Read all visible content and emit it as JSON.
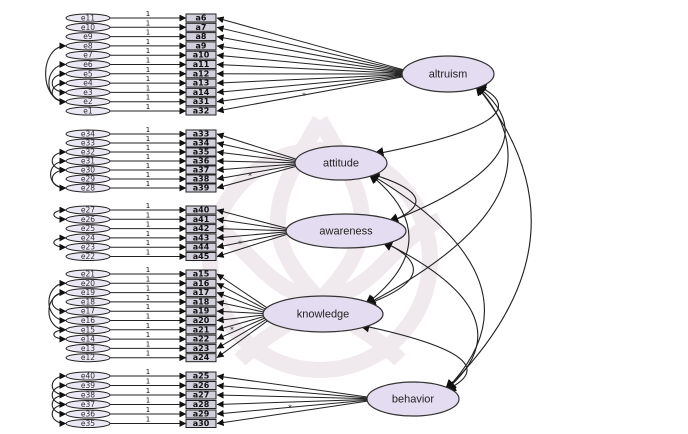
{
  "diagram": {
    "latents": [
      {
        "name": "altruism",
        "label": "altruism"
      },
      {
        "name": "attitude",
        "label": "attitude"
      },
      {
        "name": "awareness",
        "label": "awareness"
      },
      {
        "name": "knowledge",
        "label": "knowledge"
      },
      {
        "name": "behavior",
        "label": "behavior"
      }
    ],
    "groups": [
      {
        "latent": "altruism",
        "errors": [
          "e11",
          "e10",
          "e9",
          "e8",
          "e7",
          "e6",
          "e5",
          "e4",
          "e3",
          "e2",
          "e1"
        ],
        "indicators": [
          "a6",
          "a7",
          "a8",
          "a9",
          "a10",
          "a11",
          "a12",
          "a13",
          "a14",
          "a31",
          "a32"
        ],
        "error_covariances": [
          [
            3,
            9
          ],
          [
            5,
            9
          ],
          [
            6,
            8
          ],
          [
            7,
            9
          ]
        ]
      },
      {
        "latent": "attitude",
        "errors": [
          "e34",
          "e33",
          "e32",
          "e31",
          "e30",
          "e29",
          "e28"
        ],
        "indicators": [
          "a33",
          "a34",
          "a35",
          "a36",
          "a37",
          "a38",
          "a39"
        ],
        "error_covariances": [
          [
            2,
            4
          ],
          [
            3,
            6
          ],
          [
            4,
            6
          ]
        ]
      },
      {
        "latent": "awareness",
        "errors": [
          "e27",
          "e26",
          "e25",
          "e24",
          "e23",
          "e22"
        ],
        "indicators": [
          "a40",
          "a41",
          "a42",
          "a43",
          "a44",
          "a45"
        ],
        "error_covariances": [
          [
            0,
            1
          ],
          [
            3,
            4
          ]
        ]
      },
      {
        "latent": "knowledge",
        "errors": [
          "e21",
          "e20",
          "e19",
          "e18",
          "e17",
          "e16",
          "e15",
          "e14",
          "e13",
          "e12"
        ],
        "indicators": [
          "a15",
          "a16",
          "a17",
          "a18",
          "a19",
          "a20",
          "a21",
          "a22",
          "a23",
          "a24"
        ],
        "error_covariances": [
          [
            1,
            5
          ],
          [
            2,
            4
          ],
          [
            2,
            6
          ],
          [
            6,
            7
          ]
        ]
      },
      {
        "latent": "behavior",
        "errors": [
          "e40",
          "e39",
          "e38",
          "e37",
          "e36",
          "e35"
        ],
        "indicators": [
          "a25",
          "a26",
          "a27",
          "a28",
          "a29",
          "a30"
        ],
        "error_covariances": [
          [
            0,
            2
          ],
          [
            1,
            3
          ],
          [
            2,
            4
          ],
          [
            3,
            5
          ]
        ]
      }
    ],
    "fixed_loading_label": "1",
    "star_label": "*"
  }
}
